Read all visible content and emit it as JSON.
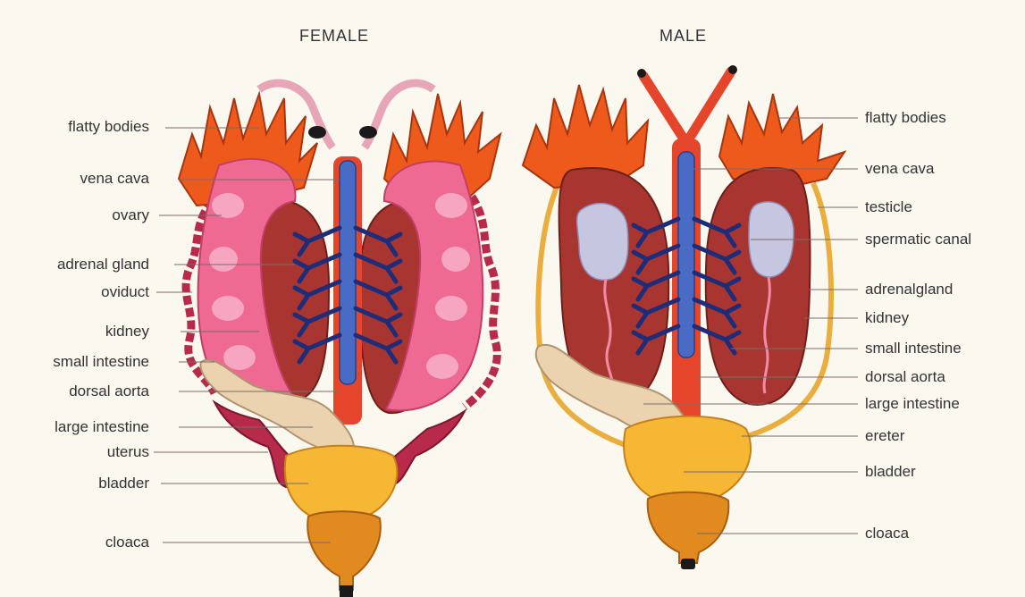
{
  "headings": {
    "female": "FEMALE",
    "male": "MALE"
  },
  "female_labels": [
    "flatty bodies",
    "vena cava",
    "ovary",
    "adrenal gland",
    "oviduct",
    "kidney",
    "small intestine",
    "dorsal aorta",
    "large intestine",
    "uterus",
    "bladder",
    "cloaca"
  ],
  "male_labels": [
    "flatty bodies",
    "vena cava",
    "testicle",
    "spermatic canal",
    "adrenalgland",
    "kidney",
    "small intestine",
    "dorsal aorta",
    "large intestine",
    "ereter",
    "bladder",
    "cloaca"
  ],
  "colors": {
    "background": "#fbf8ef",
    "fat": "#ee5a1c",
    "kidney": "#a8352f",
    "ovary": "#ef6a92",
    "vena_cava": "#4a6bc4",
    "aorta": "#e5452b",
    "vessels": "#1d2d7a",
    "bladder": "#f6b735",
    "cloaca": "#e08a1f",
    "intestine": "#ecd3b0",
    "testicle": "#c7c6e0",
    "oviduct": "#b72a4a",
    "ureter": "#eaae3f"
  }
}
